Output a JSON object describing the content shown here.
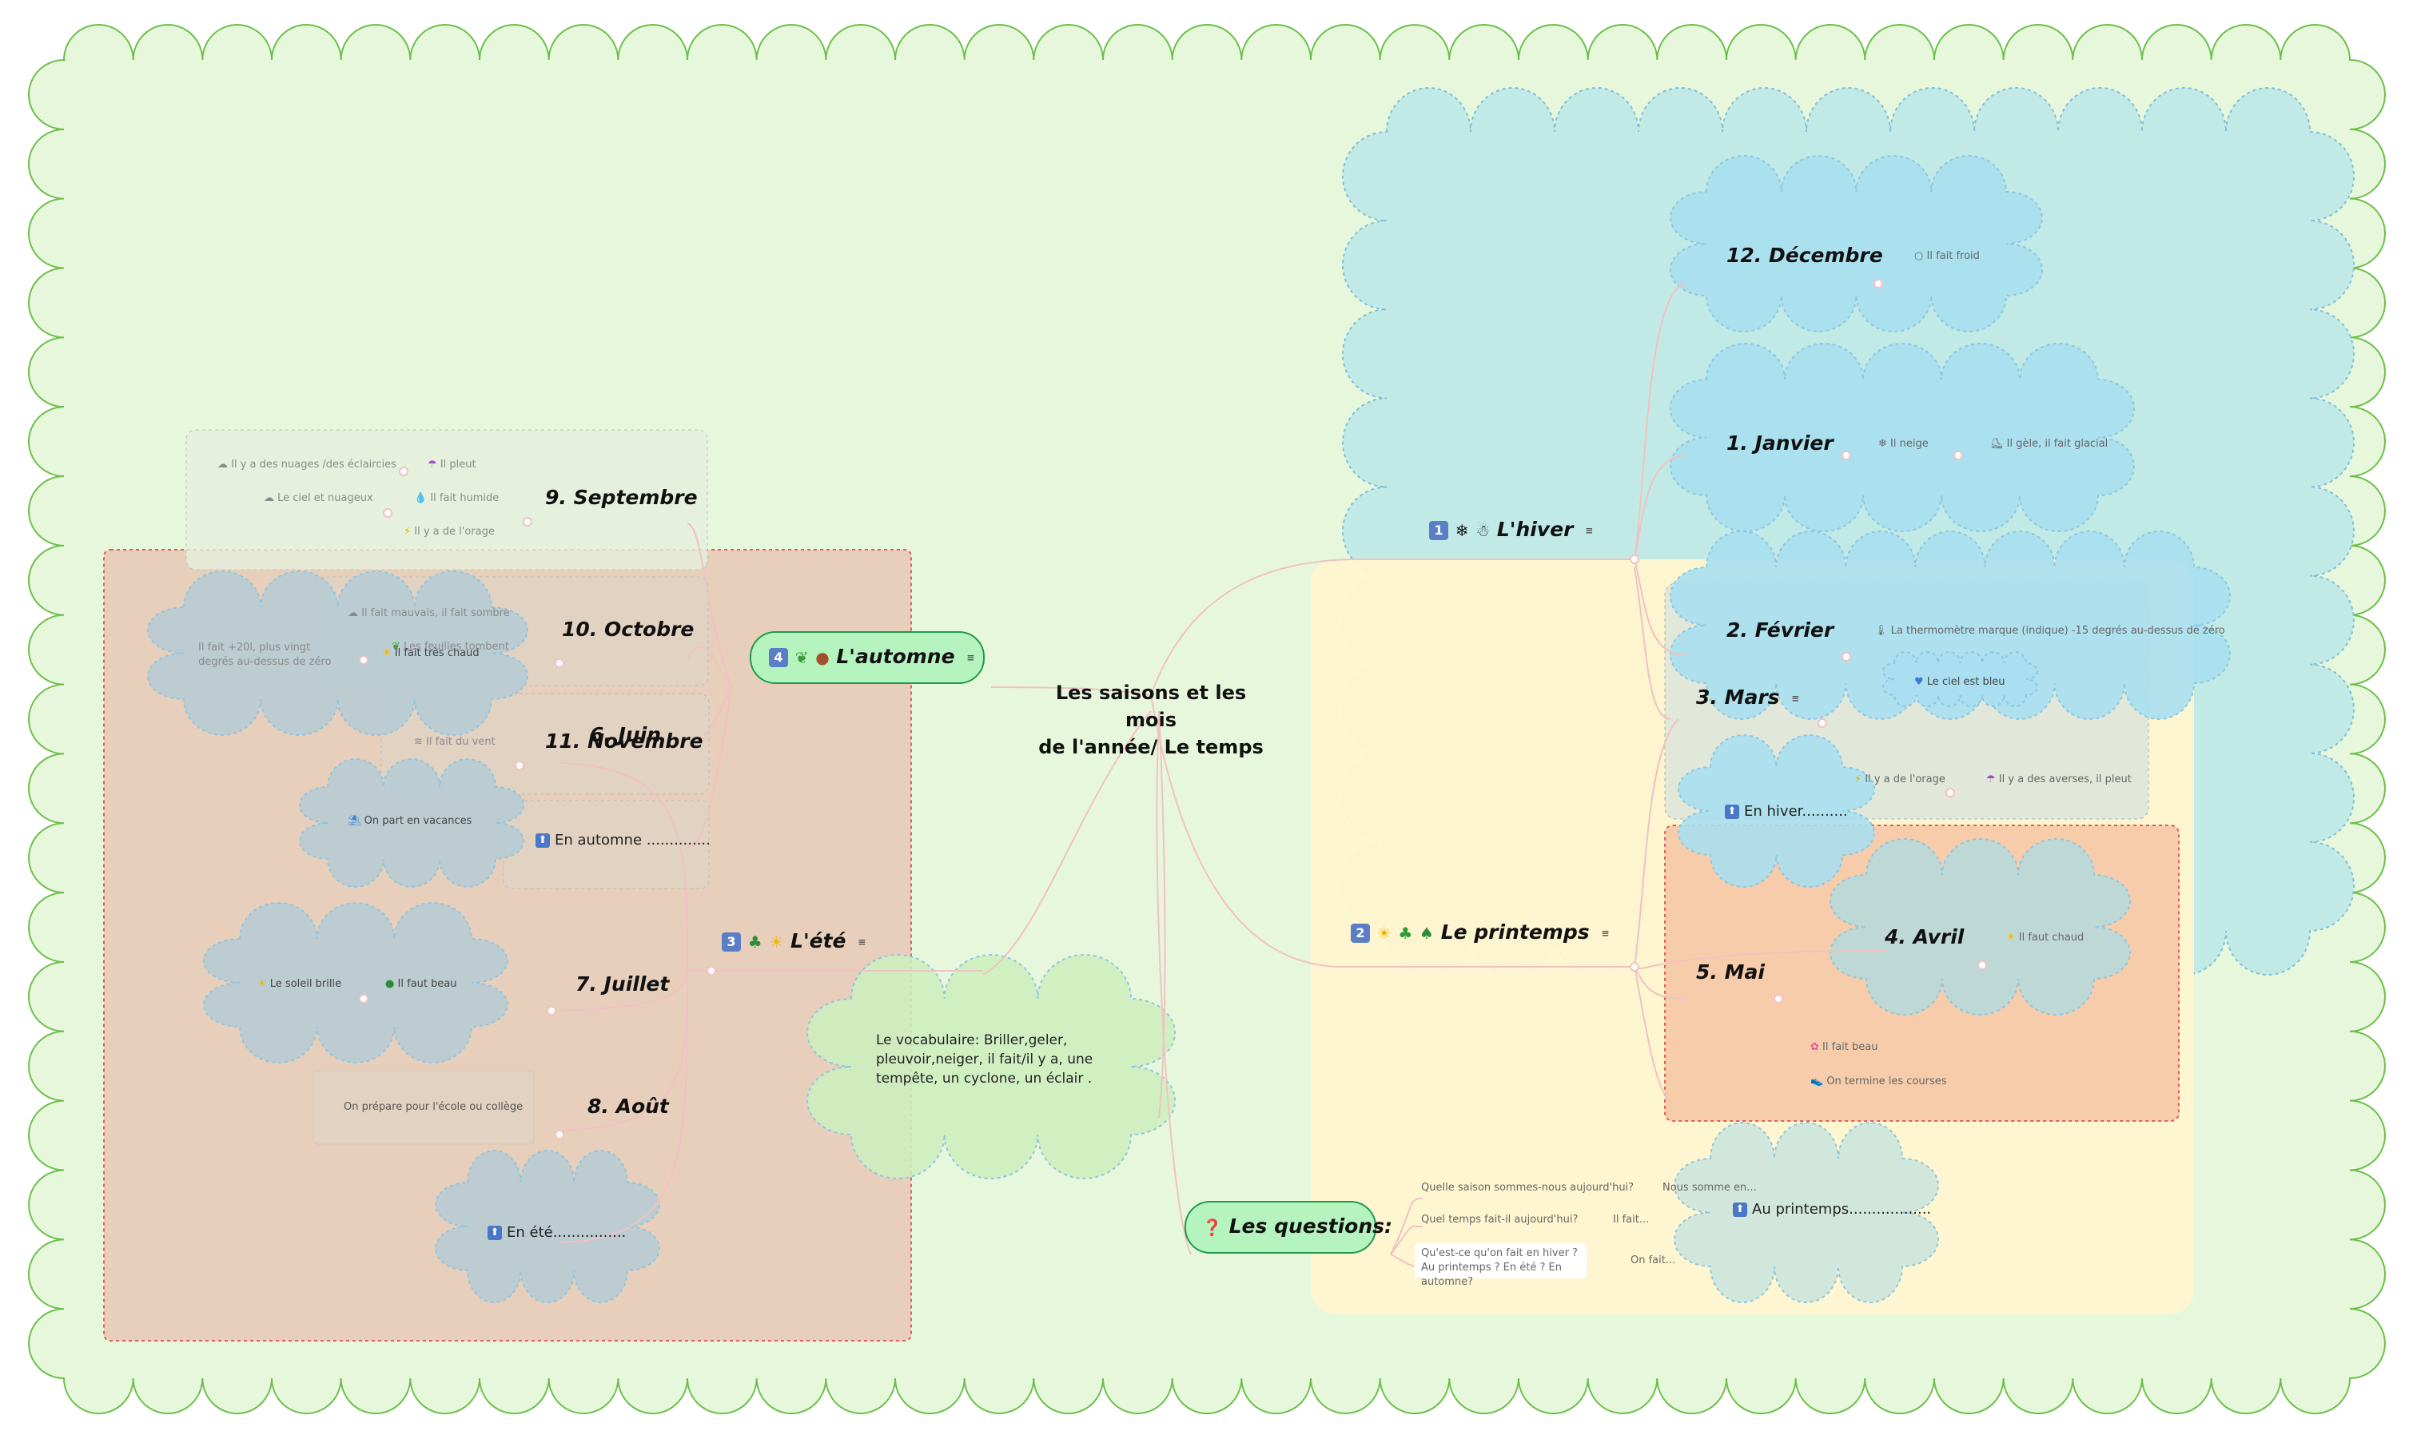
{
  "center": {
    "line1": "Les saisons et les mois",
    "line2": "de l'année/ Le temps"
  },
  "colors": {
    "background_cloud": "#e7f7dc",
    "winter_cloud": "#bfe9e6",
    "spring_box": "#fff5cf",
    "autumn_box": "#e8cfbb",
    "branch_line": "#f2c7c7",
    "topic_pill": "#b5f3bf",
    "badge": "#5b7fc7"
  },
  "winter": {
    "badge": "1",
    "icons": [
      "snowflake-icon",
      "snowman-icon"
    ],
    "label": "L'hiver",
    "months": [
      {
        "name": "12. Décembre",
        "leaves": [
          "Il fait froid"
        ]
      },
      {
        "name": "1. Janvier",
        "leaves": [
          "Il neige",
          "Il gèle, il fait glacial"
        ]
      },
      {
        "name": "2. Février",
        "leaves": [
          "La thermomètre marque (indique) -15 degrés au-dessus de zéro"
        ]
      }
    ],
    "sky_leaf": "Le ciel est bleu",
    "march_extra": [
      "Il y a de l'orage",
      "Il y a des averses, il pleut"
    ],
    "summary": "En hiver.........."
  },
  "spring": {
    "badge": "2",
    "icons": [
      "sun-icon",
      "clover-icon",
      "tree-icon"
    ],
    "label": "Le printemps",
    "months": [
      {
        "name": "3. Mars"
      },
      {
        "name": "4. Avril",
        "leaves": [
          "Il faut chaud"
        ]
      },
      {
        "name": "5. Mai",
        "leaves": [
          "Il fait beau",
          "On termine les courses"
        ]
      }
    ],
    "summary": "Au printemps.................."
  },
  "summer": {
    "badge": "3",
    "icons": [
      "palm-tree-icon",
      "sun-icon"
    ],
    "label": "L'été",
    "months": [
      {
        "name": "6. Juin",
        "leaves": [
          "On part en vacances"
        ]
      },
      {
        "name": "7. Juillet",
        "leaves": [
          "Le soleil brille",
          "Il faut beau"
        ]
      },
      {
        "name": "8. Août",
        "leaves": [
          "On prépare pour l'école ou collège"
        ]
      }
    ],
    "extra_leaf": "Il fait +20l, plus vingt degrés au-dessus de zéro",
    "hot_leaf": "Il fait très chaud",
    "summary": "En été................"
  },
  "autumn": {
    "badge": "4",
    "icons": [
      "leaf-icon",
      "chestnut-icon"
    ],
    "label": "L'automne",
    "months": [
      {
        "name": "9. Septembre",
        "leaves": [
          "Il y a des nuages /des éclaircies",
          "Il pleut",
          "Le ciel et nuageux",
          "Il fait humide",
          "Il y a de l'orage"
        ]
      },
      {
        "name": "10. Octobre",
        "leaves": [
          "Il fait mauvais, il fait sombre",
          "Les feuilles tombent"
        ]
      },
      {
        "name": "11. Novembre",
        "leaves": [
          "Il fait du vent"
        ]
      }
    ],
    "summary": "En automne .............."
  },
  "questions": {
    "label": "Les questions:",
    "items": [
      {
        "q": "Quelle saison sommes-nous aujourd'hui?",
        "a": "Nous somme en..."
      },
      {
        "q": "Quel temps fait-il aujourd'hui?",
        "a": "Il fait..."
      },
      {
        "q": "Qu'est-ce qu'on fait en hiver ?Au printemps ? En été ? En automne?",
        "a": "On fait..."
      }
    ]
  },
  "vocabulary": "Le vocabulaire: Briller,geler, pleuvoir,neiger, il fait/il y a, une tempête, un cyclone, un éclair ."
}
